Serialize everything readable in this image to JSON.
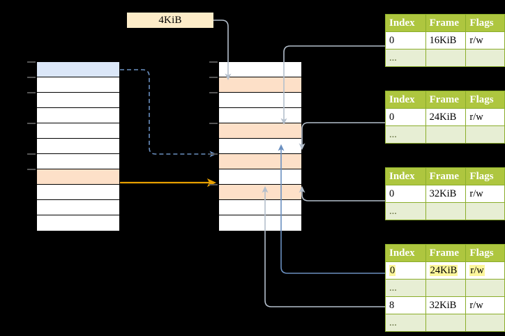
{
  "diagram": {
    "title_label": "4KiB",
    "colors": {
      "header_green": "#aec63f",
      "table_border": "#8aad2a",
      "alt_row": "#e7eed4",
      "highlight_yellow": "#fcf69b",
      "selected_blue": "#dbe7f8",
      "mapped_peach": "#fde0c8",
      "orange_arrow": "#e8a000",
      "blue_arrow": "#6a8fc0",
      "gray_arrow": "#b8b8b8",
      "background": "#000000"
    },
    "virtual_column": {
      "name": "virtual-address-space",
      "row_count": 11,
      "rows": [
        {
          "index": 0,
          "fill": "blue"
        },
        {
          "index": 1,
          "fill": "white"
        },
        {
          "index": 2,
          "fill": "white"
        },
        {
          "index": 3,
          "fill": "white"
        },
        {
          "index": 4,
          "fill": "white"
        },
        {
          "index": 5,
          "fill": "white"
        },
        {
          "index": 6,
          "fill": "white"
        },
        {
          "index": 7,
          "fill": "peach"
        },
        {
          "index": 8,
          "fill": "white"
        },
        {
          "index": 9,
          "fill": "white"
        },
        {
          "index": 10,
          "fill": "white"
        }
      ]
    },
    "physical_column": {
      "name": "physical-memory",
      "row_count": 11,
      "rows": [
        {
          "index": 0,
          "fill": "white"
        },
        {
          "index": 1,
          "fill": "peach"
        },
        {
          "index": 2,
          "fill": "white"
        },
        {
          "index": 3,
          "fill": "white"
        },
        {
          "index": 4,
          "fill": "peach"
        },
        {
          "index": 5,
          "fill": "white"
        },
        {
          "index": 6,
          "fill": "peach"
        },
        {
          "index": 7,
          "fill": "white"
        },
        {
          "index": 8,
          "fill": "peach"
        },
        {
          "index": 9,
          "fill": "white"
        },
        {
          "index": 10,
          "fill": "white"
        }
      ]
    },
    "tables": [
      {
        "name": "page-table-level-1",
        "headers": [
          "Index",
          "Frame",
          "Flags"
        ],
        "rows": [
          {
            "cells": [
              "0",
              "16KiB",
              "r/w"
            ],
            "alt": false,
            "highlight": false
          },
          {
            "cells": [
              "...",
              "",
              ""
            ],
            "alt": true,
            "highlight": false
          }
        ]
      },
      {
        "name": "page-table-level-2",
        "headers": [
          "Index",
          "Frame",
          "Flags"
        ],
        "rows": [
          {
            "cells": [
              "0",
              "24KiB",
              "r/w"
            ],
            "alt": false,
            "highlight": false
          },
          {
            "cells": [
              "...",
              "",
              ""
            ],
            "alt": true,
            "highlight": false
          }
        ]
      },
      {
        "name": "page-table-level-3",
        "headers": [
          "Index",
          "Frame",
          "Flags"
        ],
        "rows": [
          {
            "cells": [
              "0",
              "32KiB",
              "r/w"
            ],
            "alt": false,
            "highlight": false
          },
          {
            "cells": [
              "...",
              "",
              ""
            ],
            "alt": true,
            "highlight": false
          }
        ]
      },
      {
        "name": "page-table-level-4",
        "headers": [
          "Index",
          "Frame",
          "Flags"
        ],
        "rows": [
          {
            "cells": [
              "0",
              "24KiB",
              "r/w"
            ],
            "alt": false,
            "highlight": true
          },
          {
            "cells": [
              "...",
              "",
              ""
            ],
            "alt": true,
            "highlight": false
          },
          {
            "cells": [
              "8",
              "32KiB",
              "r/w"
            ],
            "alt": false,
            "highlight": false
          },
          {
            "cells": [
              "...",
              "",
              ""
            ],
            "alt": true,
            "highlight": false
          }
        ]
      }
    ]
  }
}
